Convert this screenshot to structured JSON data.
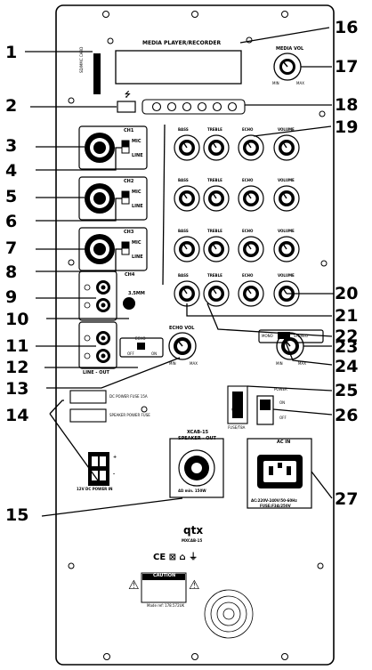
{
  "panel": {
    "title": "MEDIA PLAYER/RECORDER",
    "media_vol": "MEDIA VOL",
    "min": "MIN",
    "max": "MAX",
    "usb_symbol": "⭍",
    "sd_card_label": "SD/MMC CARD",
    "channels": [
      {
        "label": "CH1",
        "mic": "MIC",
        "line": "LINE"
      },
      {
        "label": "CH2",
        "mic": "MIC",
        "line": "LINE"
      },
      {
        "label": "CH3",
        "mic": "MIC",
        "line": "LINE"
      }
    ],
    "ch4": "CH4",
    "jack_3_5": "3.5MM",
    "knob_names": [
      "BASS",
      "TREBLE",
      "ECHO",
      "VOLUME"
    ],
    "line_out": "LINE - OUT",
    "echo_label": "ECHO",
    "off": "OFF",
    "on": "ON",
    "echo_vol": "ECHO VOL",
    "mono": "MONO",
    "stereo": "STEREO",
    "dc_fuse": "DC POWER FUSE 15A",
    "speaker_fuse": "SPEAKER POWER FUSE",
    "dc_in": "12V DC POWER IN",
    "speaker_out_model": "XCAB-15",
    "speaker_out": "SPEAKER - OUT",
    "speaker_rating": "4Ω min. 150W",
    "fuse_label": "FUSE/T8A",
    "power_label": "POWER",
    "ac_in": "AC IN",
    "ac_spec_1": "AC:220V-240V/50-60Hz",
    "ac_spec_2": "FUSE:F3A/250V",
    "brand": "qtx",
    "model": "MXCAB-15",
    "caution": "CAUTION",
    "serial": "Made ref: 178.572UK",
    "plus": "+",
    "minus": "-"
  },
  "callouts": [
    "1",
    "2",
    "3",
    "4",
    "5",
    "6",
    "7",
    "8",
    "9",
    "10",
    "11",
    "12",
    "13",
    "14",
    "15",
    "16",
    "17",
    "18",
    "19",
    "20",
    "21",
    "22",
    "23",
    "24",
    "25",
    "26",
    "27"
  ]
}
